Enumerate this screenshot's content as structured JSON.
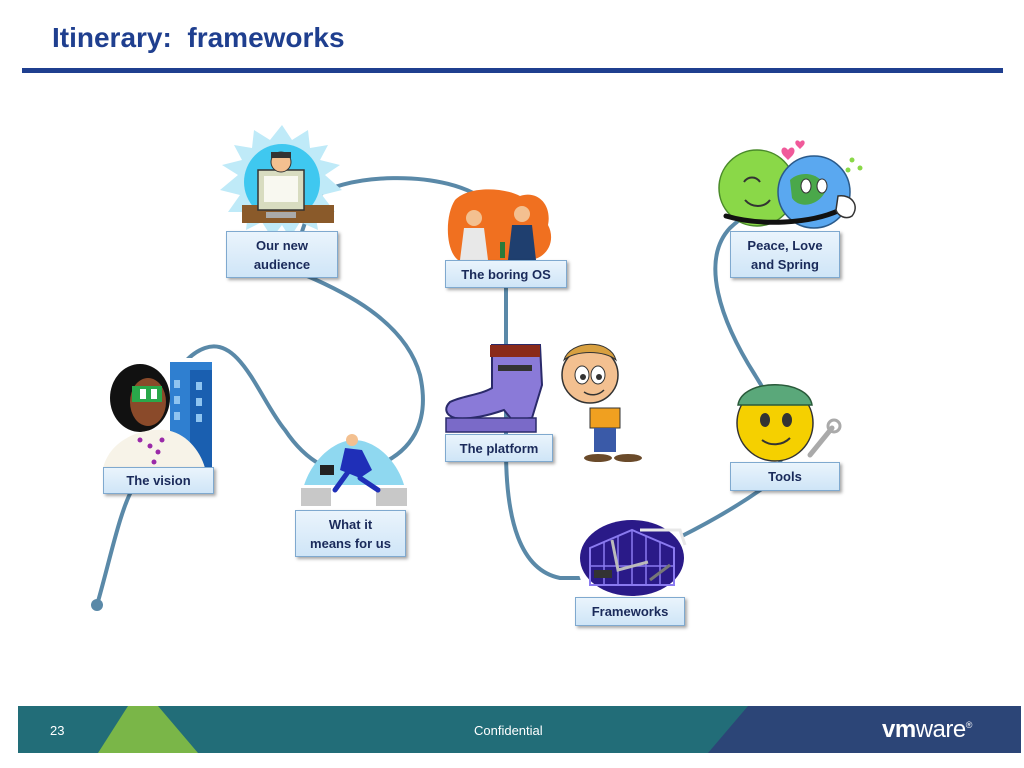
{
  "slide": {
    "title": "Itinerary:  frameworks",
    "page_number": "23",
    "footer_text": "Confidential",
    "logo": {
      "bold": "vm",
      "light": "ware",
      "mark": "®"
    }
  },
  "stops": [
    {
      "id": "the-vision",
      "label": "The vision",
      "icon": "woman-with-money-glasses-icon"
    },
    {
      "id": "our-new-audience",
      "label": "Our new\naudience",
      "icon": "man-at-computer-icon"
    },
    {
      "id": "what-it-means-for-us",
      "label": "What it\nmeans for us",
      "icon": "running-businessman-icon"
    },
    {
      "id": "the-boring-os",
      "label": "The boring OS",
      "icon": "two-people-talking-icon"
    },
    {
      "id": "the-platform",
      "label": "The platform",
      "icon": "platform-shoe-icon"
    },
    {
      "id": "frameworks",
      "label": "Frameworks",
      "icon": "greenhouse-tools-icon"
    },
    {
      "id": "tools",
      "label": "Tools",
      "icon": "smiley-with-wrench-icon"
    },
    {
      "id": "peace-love-and-spring",
      "label": "Peace, Love\nand Spring",
      "icon": "hugging-smileys-icon"
    }
  ],
  "colors": {
    "title": "#1f3f8f",
    "path": "#5a89a8",
    "footer_green": "#7ab648",
    "footer_teal": "#226d78",
    "footer_navy": "#2c4577"
  }
}
